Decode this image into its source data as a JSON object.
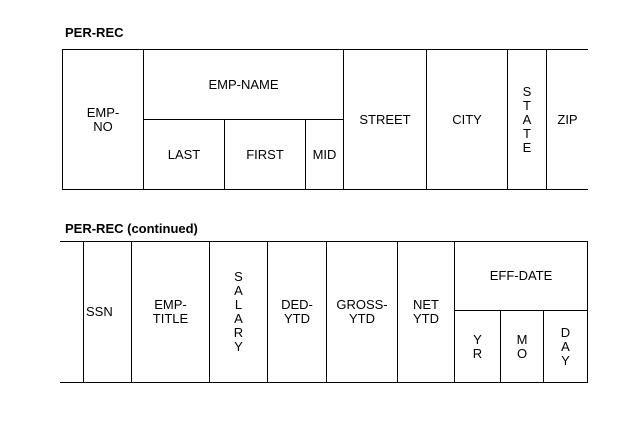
{
  "style": {
    "background": "#ffffff",
    "line_color": "#000000",
    "text_color": "#000000"
  },
  "record_top": {
    "title": "PER-REC",
    "cells": {
      "emp_no": "EMP-\nNO",
      "emp_name": "EMP-NAME",
      "last": "LAST",
      "first": "FIRST",
      "mid": "MID",
      "street": "STREET",
      "city": "CITY",
      "state": "S\nT\nA\nT\nE",
      "zip": "ZIP"
    }
  },
  "record_bottom": {
    "title": "PER-REC (continued)",
    "cells": {
      "ssn": "SSN",
      "emp_title": "EMP-\nTITLE",
      "salary": "S\nA\nL\nA\nR\nY",
      "ded_ytd": "DED-\nYTD",
      "gross_ytd": "GROSS-\nYTD",
      "net_ytd": "NET\nYTD",
      "eff_date": "EFF-DATE",
      "yr": "Y\nR",
      "mo": "M\nO",
      "day": "D\nA\nY"
    }
  }
}
